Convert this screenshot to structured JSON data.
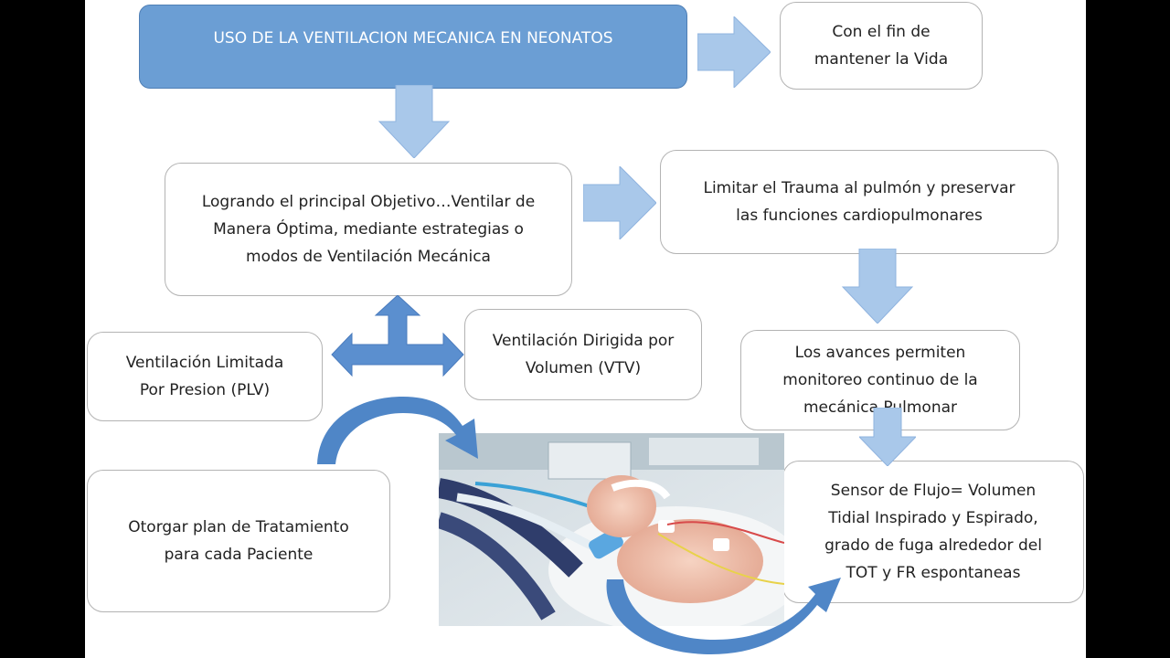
{
  "title": "USO DE LA VENTILACION MECANICA EN NEONATOS",
  "nodes": {
    "mantener_vida": [
      "Con el fin de",
      "mantener la Vida"
    ],
    "objetivo": [
      "Logrando el principal Objetivo…Ventilar de",
      "Manera Óptima, mediante estrategias o",
      "modos de Ventilación Mecánica"
    ],
    "limitar_trauma": [
      "Limitar el Trauma al pulmón y  preservar",
      "las funciones cardiopulmonares"
    ],
    "plv": [
      "Ventilación Limitada",
      "Por Presion (PLV)"
    ],
    "vtv": [
      "Ventilación Dirigida por",
      "Volumen (VTV)"
    ],
    "avances": [
      "Los avances permiten",
      "monitoreo continuo de la",
      "mecánica Pulmonar"
    ],
    "sensor": [
      "Sensor de Flujo= Volumen",
      "Tidial Inspirado y Espirado,",
      "grado de fuga alrededor del",
      "TOT y FR espontaneas"
    ],
    "plan": [
      "Otorgar plan de Tratamiento",
      "para cada Paciente"
    ]
  },
  "colors": {
    "title_fill": "#6b9ed4",
    "arrow_fill": "#a9c8ea",
    "arrow_dark": "#5b8fcf",
    "box_border": "#b3b3b3"
  },
  "icons": {
    "photo": "neonate-ventilator-photo"
  }
}
